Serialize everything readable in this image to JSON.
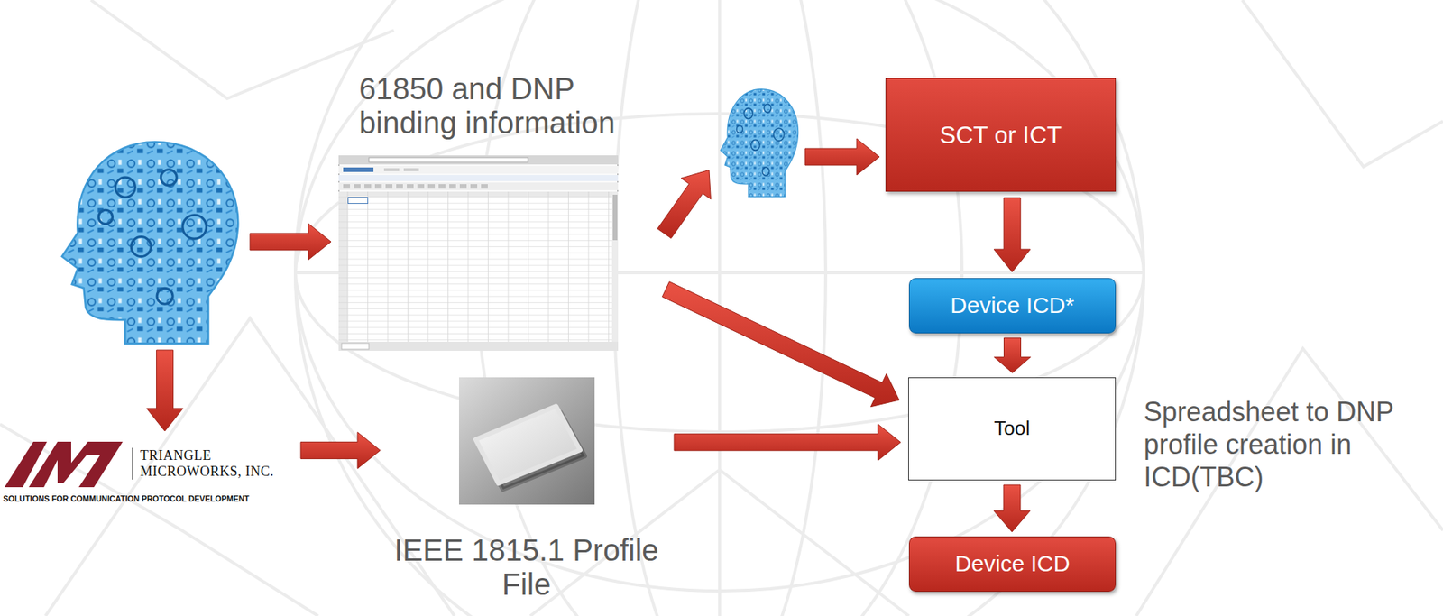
{
  "diagram": {
    "nodes": [
      {
        "text": []
      },
      {
        "text": [
          "61850 and DNP binding information"
        ]
      },
      {
        "text": []
      },
      {
        "text": [
          "SCT or ICT"
        ]
      },
      {
        "text": [
          "Device ICD*"
        ]
      },
      {
        "text": [
          "TRIANGLE MICROWORKS, INC.",
          "SOLUTIONS FOR COMMUNICATION PROTOCOL DEVELOPMENT"
        ]
      },
      {
        "text": [
          "IEEE 1815.1 Profile File"
        ]
      },
      {
        "text": [
          "Tool"
        ]
      },
      {
        "text": [
          "Device ICD"
        ]
      }
    ],
    "edges": [
      {
        "from": 0,
        "to": 1,
        "arrow": "to"
      },
      {
        "from": 0,
        "to": 5,
        "arrow": "to"
      },
      {
        "from": 1,
        "to": 2,
        "arrow": "to"
      },
      {
        "from": 2,
        "to": 3,
        "arrow": "to"
      },
      {
        "from": 3,
        "to": 4,
        "arrow": "to"
      },
      {
        "from": 1,
        "to": 7,
        "arrow": "to"
      },
      {
        "from": 4,
        "to": 7,
        "arrow": "to"
      },
      {
        "from": 5,
        "to": 6,
        "arrow": "to"
      },
      {
        "from": 6,
        "to": 7,
        "arrow": "to"
      },
      {
        "from": 7,
        "to": 8,
        "arrow": "to"
      }
    ],
    "labels": [
      "Spreadsheet to DNP profile creation in ICD(TBC)"
    ]
  }
}
